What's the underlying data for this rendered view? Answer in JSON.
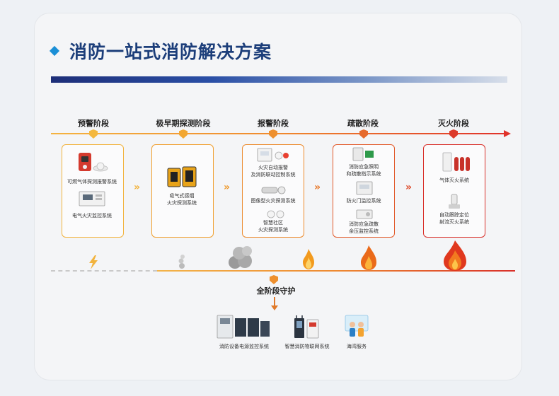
{
  "title": "消防一站式消防解决方案",
  "stages": [
    {
      "label": "预警阶段"
    },
    {
      "label": "极早期探测阶段"
    },
    {
      "label": "报警阶段"
    },
    {
      "label": "疏散阶段"
    },
    {
      "label": "灭火阶段"
    }
  ],
  "stage1": {
    "item1": "可燃气体探测报警系统",
    "item2": "电气火灾监控系统"
  },
  "stage2": {
    "item1_line1": "吸气式感烟",
    "item1_line2": "火灾探测系统"
  },
  "stage3": {
    "item1_line1": "火灾自动报警",
    "item1_line2": "及消防联动控制系统",
    "item2": "图像型火灾探测系统",
    "item3_line1": "智慧社区",
    "item3_line2": "火灾探测系统"
  },
  "stage4": {
    "item1_line1": "消防应急照明",
    "item1_line2": "和疏散指示系统",
    "item2": "防火门监控系统",
    "item3_line1": "消防应急疏散",
    "item3_line2": "余压监控系统"
  },
  "stage5": {
    "item1": "气体灭火系统",
    "item2_line1": "自动跟踪定位",
    "item2_line2": "射流灭火系统"
  },
  "all_stage": "全阶段守护",
  "services": [
    {
      "label": "消防设备电源监控系统"
    },
    {
      "label": "智慧消防物联网系统"
    },
    {
      "label": "海湾服务"
    }
  ],
  "colors": {
    "stage1": "#f2b33d",
    "stage2": "#f0a030",
    "stage3": "#ec8a2c",
    "stage4": "#e25a2a",
    "stage5": "#d9302a",
    "title": "#1c3e7a"
  }
}
